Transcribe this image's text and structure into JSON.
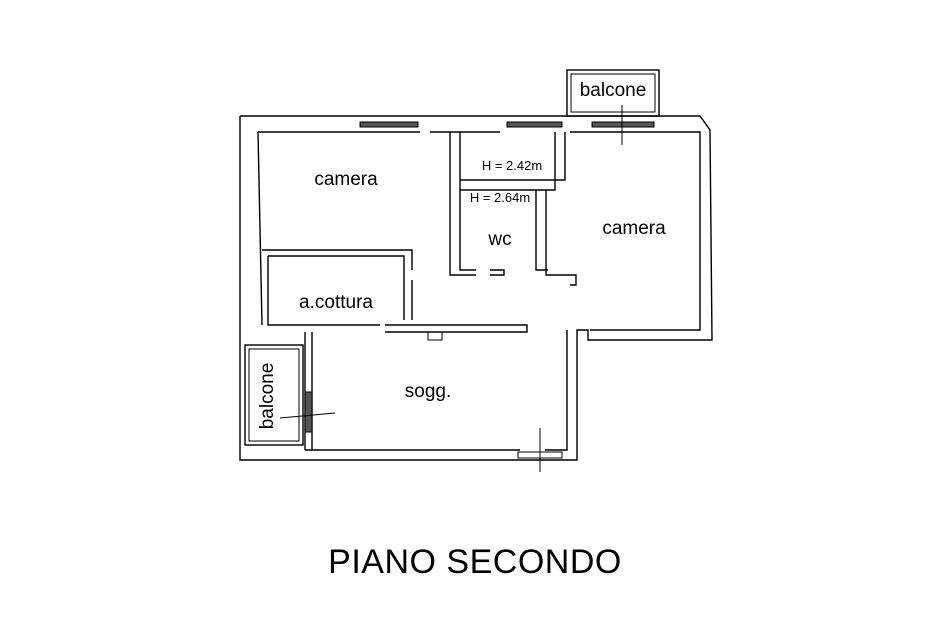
{
  "rooms": {
    "camera_left": "camera",
    "camera_right": "camera",
    "wc": "wc",
    "cucina": "a.cottura",
    "soggiorno": "sogg.",
    "balcone_top": "balcone",
    "balcone_left": "balcone"
  },
  "heights": {
    "upper": "H = 2.42m",
    "lower": "H = 2.64m"
  },
  "title": "PIANO SECONDO"
}
